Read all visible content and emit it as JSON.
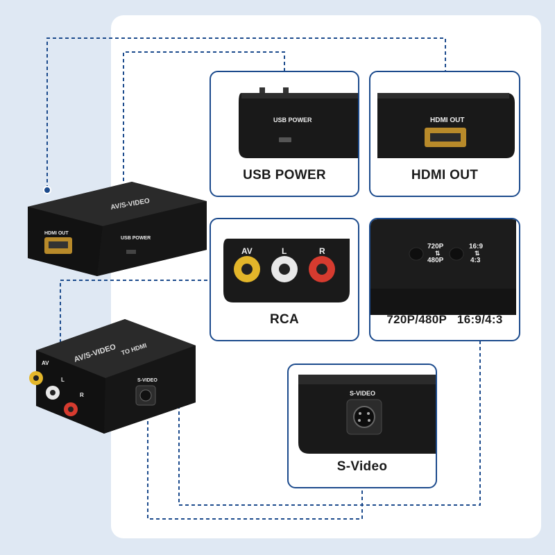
{
  "colors": {
    "background": "#dfe8f3",
    "panel": "#ffffff",
    "frame": "#1b4a8c",
    "dashed_line": "#1b4a8c",
    "device": "#141414"
  },
  "device_text": {
    "brand_line1": "AV/S-VIDEO",
    "brand_line2": "TO HDMI",
    "hdmi_out": "HDMI OUT",
    "usb_power": "USB POWER",
    "s_video": "S-VIDEO",
    "av": "AV",
    "l": "L",
    "r": "R",
    "res_720": "720P",
    "res_480": "480P",
    "ratio_169": "16:9",
    "ratio_43": "4:3"
  },
  "cards": {
    "usb_power": {
      "caption": "USB POWER"
    },
    "hdmi_out": {
      "caption": "HDMI OUT"
    },
    "rca": {
      "caption": "RCA"
    },
    "switches": {
      "caption": "720P/480P   16:9/4:3"
    },
    "s_video": {
      "caption": "S-Video"
    }
  }
}
